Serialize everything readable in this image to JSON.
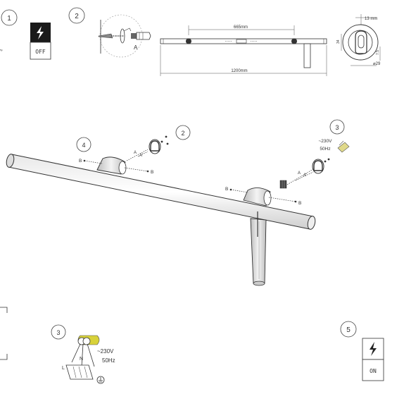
{
  "steps": {
    "s1": "1",
    "s2_top": "2",
    "s2_mid": "2",
    "s3_mid": "3",
    "s4": "4",
    "s3_bottom": "3",
    "s5": "5"
  },
  "switch_off": {
    "label": "OFF",
    "icon": "lightning-icon"
  },
  "switch_on": {
    "label": "ON",
    "icon": "lightning-icon"
  },
  "dimensions": {
    "mount_spacing": "665mm",
    "total_length": "1200mm",
    "bracket_width": "13 mm",
    "bracket_diameter": "⌀29",
    "left_dim": "34",
    "small_dim": "7.5"
  },
  "labels": {
    "a": "A",
    "a_left": "A",
    "a_left_prime": "A'",
    "a_right": "A",
    "a_right_prime": "A'",
    "b1": "B",
    "b2": "B",
    "b3": "B",
    "b4": "B",
    "voltage_top": "~230V",
    "freq_top": "50Hz",
    "voltage_bottom": "~230V",
    "freq_bottom": "50Hz",
    "wire_n": "N",
    "wire_l": "L",
    "cutoff_text": "ry."
  },
  "colors": {
    "line": "#333333",
    "switch_fill": "#1a1a1a",
    "wire_yellow": "#d8d23a",
    "wire_green": "#8fbf3a"
  }
}
